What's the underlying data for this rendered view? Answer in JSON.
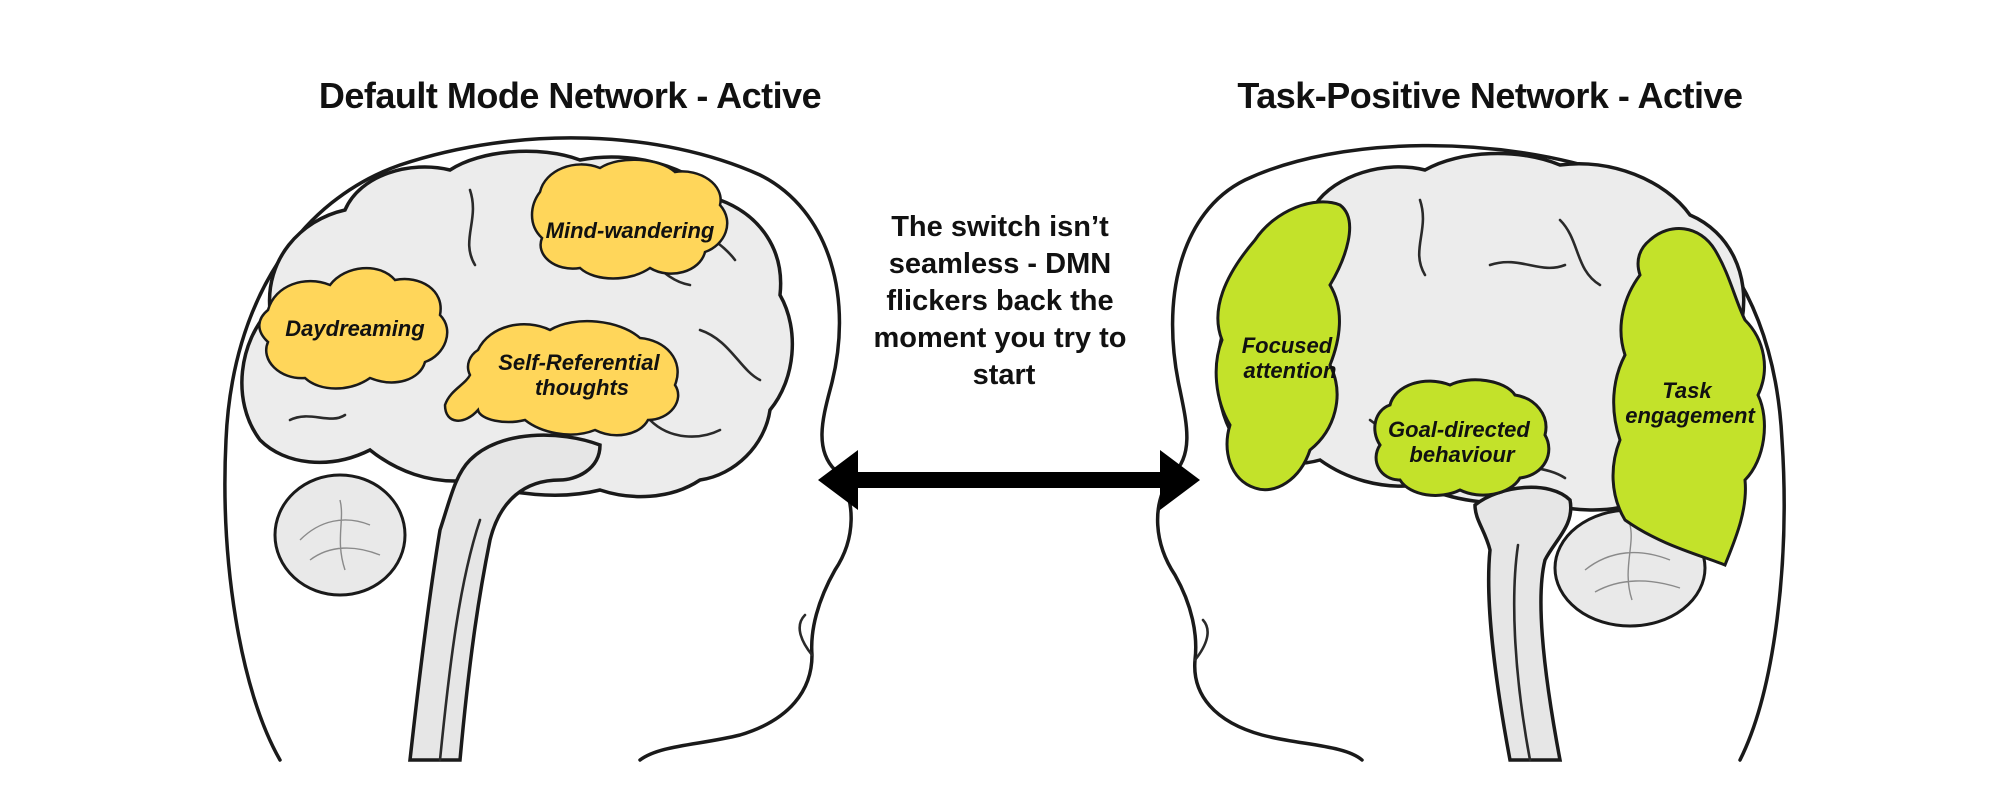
{
  "left_panel": {
    "title": "Default Mode Network - Active",
    "highlight_color": "#ffd65a",
    "regions": [
      {
        "id": "daydreaming",
        "lines": [
          "Daydreaming"
        ]
      },
      {
        "id": "mind-wandering",
        "lines": [
          "Mind-wandering"
        ]
      },
      {
        "id": "self-referential",
        "lines": [
          "Self-Referential",
          "thoughts"
        ]
      }
    ]
  },
  "right_panel": {
    "title": "Task-Positive Network - Active",
    "highlight_color": "#c3e22a",
    "regions": [
      {
        "id": "focused-attention",
        "lines": [
          "Focused",
          "attention"
        ]
      },
      {
        "id": "goal-directed",
        "lines": [
          "Goal-directed",
          "behaviour"
        ]
      },
      {
        "id": "task-engagement",
        "lines": [
          "Task",
          "engagement"
        ]
      }
    ]
  },
  "center": {
    "lines": [
      "The switch isn’t",
      "seamless - DMN",
      "flickers back the",
      "moment you try to",
      "start"
    ],
    "arrow_icon": "double-headed-arrow-icon"
  }
}
